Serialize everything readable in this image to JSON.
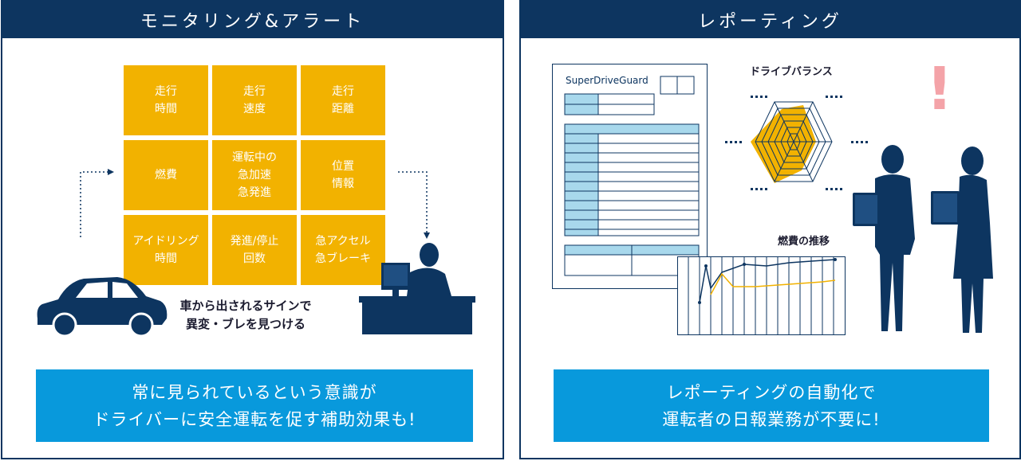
{
  "left_panel": {
    "title": "モニタリング&アラート",
    "grid": [
      "走行\n時間",
      "走行\n速度",
      "走行\n距離",
      "燃費",
      "運転中の\n急加速\n急発進",
      "位置\n情報",
      "アイドリング\n時間",
      "発進/停止\n回数",
      "急アクセル\n急ブレーキ"
    ],
    "caption_line1": "車から出されるサインで",
    "caption_line2": "異変・ブレを見つける",
    "banner_line1": "常に見られているという意識が",
    "banner_line2": "ドライバーに安全運転を促す補助効果も!"
  },
  "right_panel": {
    "title": "レポーティング",
    "report_title": "SuperDriveGuard",
    "radar_label": "ドライブバランス",
    "trend_label": "燃費の推移",
    "alert_mark": "!",
    "banner_line1": "レポーティングの自動化で",
    "banner_line2": "運転者の日報業務が不要に!"
  },
  "colors": {
    "navy": "#0d3560",
    "amber": "#f2b200",
    "blue": "#0899dc",
    "light_blue": "#a8d8ec",
    "pink": "#f4a3a8"
  }
}
